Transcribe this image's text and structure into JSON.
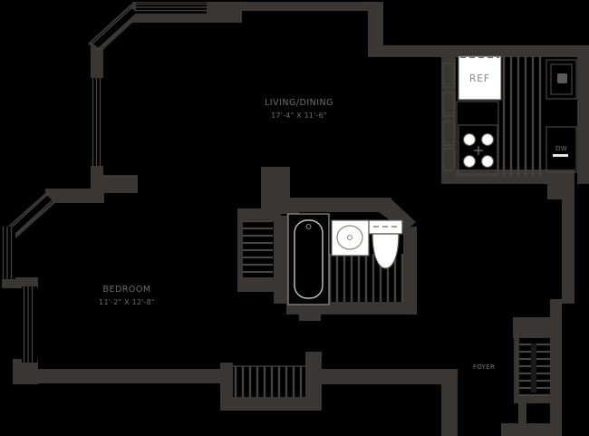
{
  "plan": {
    "rooms": {
      "living": {
        "label": "LIVING/DINING",
        "dimensions": "17'-4\" X 11'-6\""
      },
      "bedroom": {
        "label": "BEDROOM",
        "dimensions": "11'-2\" X 12'-8\""
      },
      "foyer": {
        "label": "FOYER"
      }
    },
    "appliances": {
      "refrigerator": "REF",
      "dishwasher": "DW"
    }
  },
  "colors": {
    "background": "#000000",
    "wall": "#3a3634",
    "line": "#48433f",
    "fixture": "#ffffff",
    "label": "#716c69",
    "fixture_label": "#8a8a8a"
  }
}
